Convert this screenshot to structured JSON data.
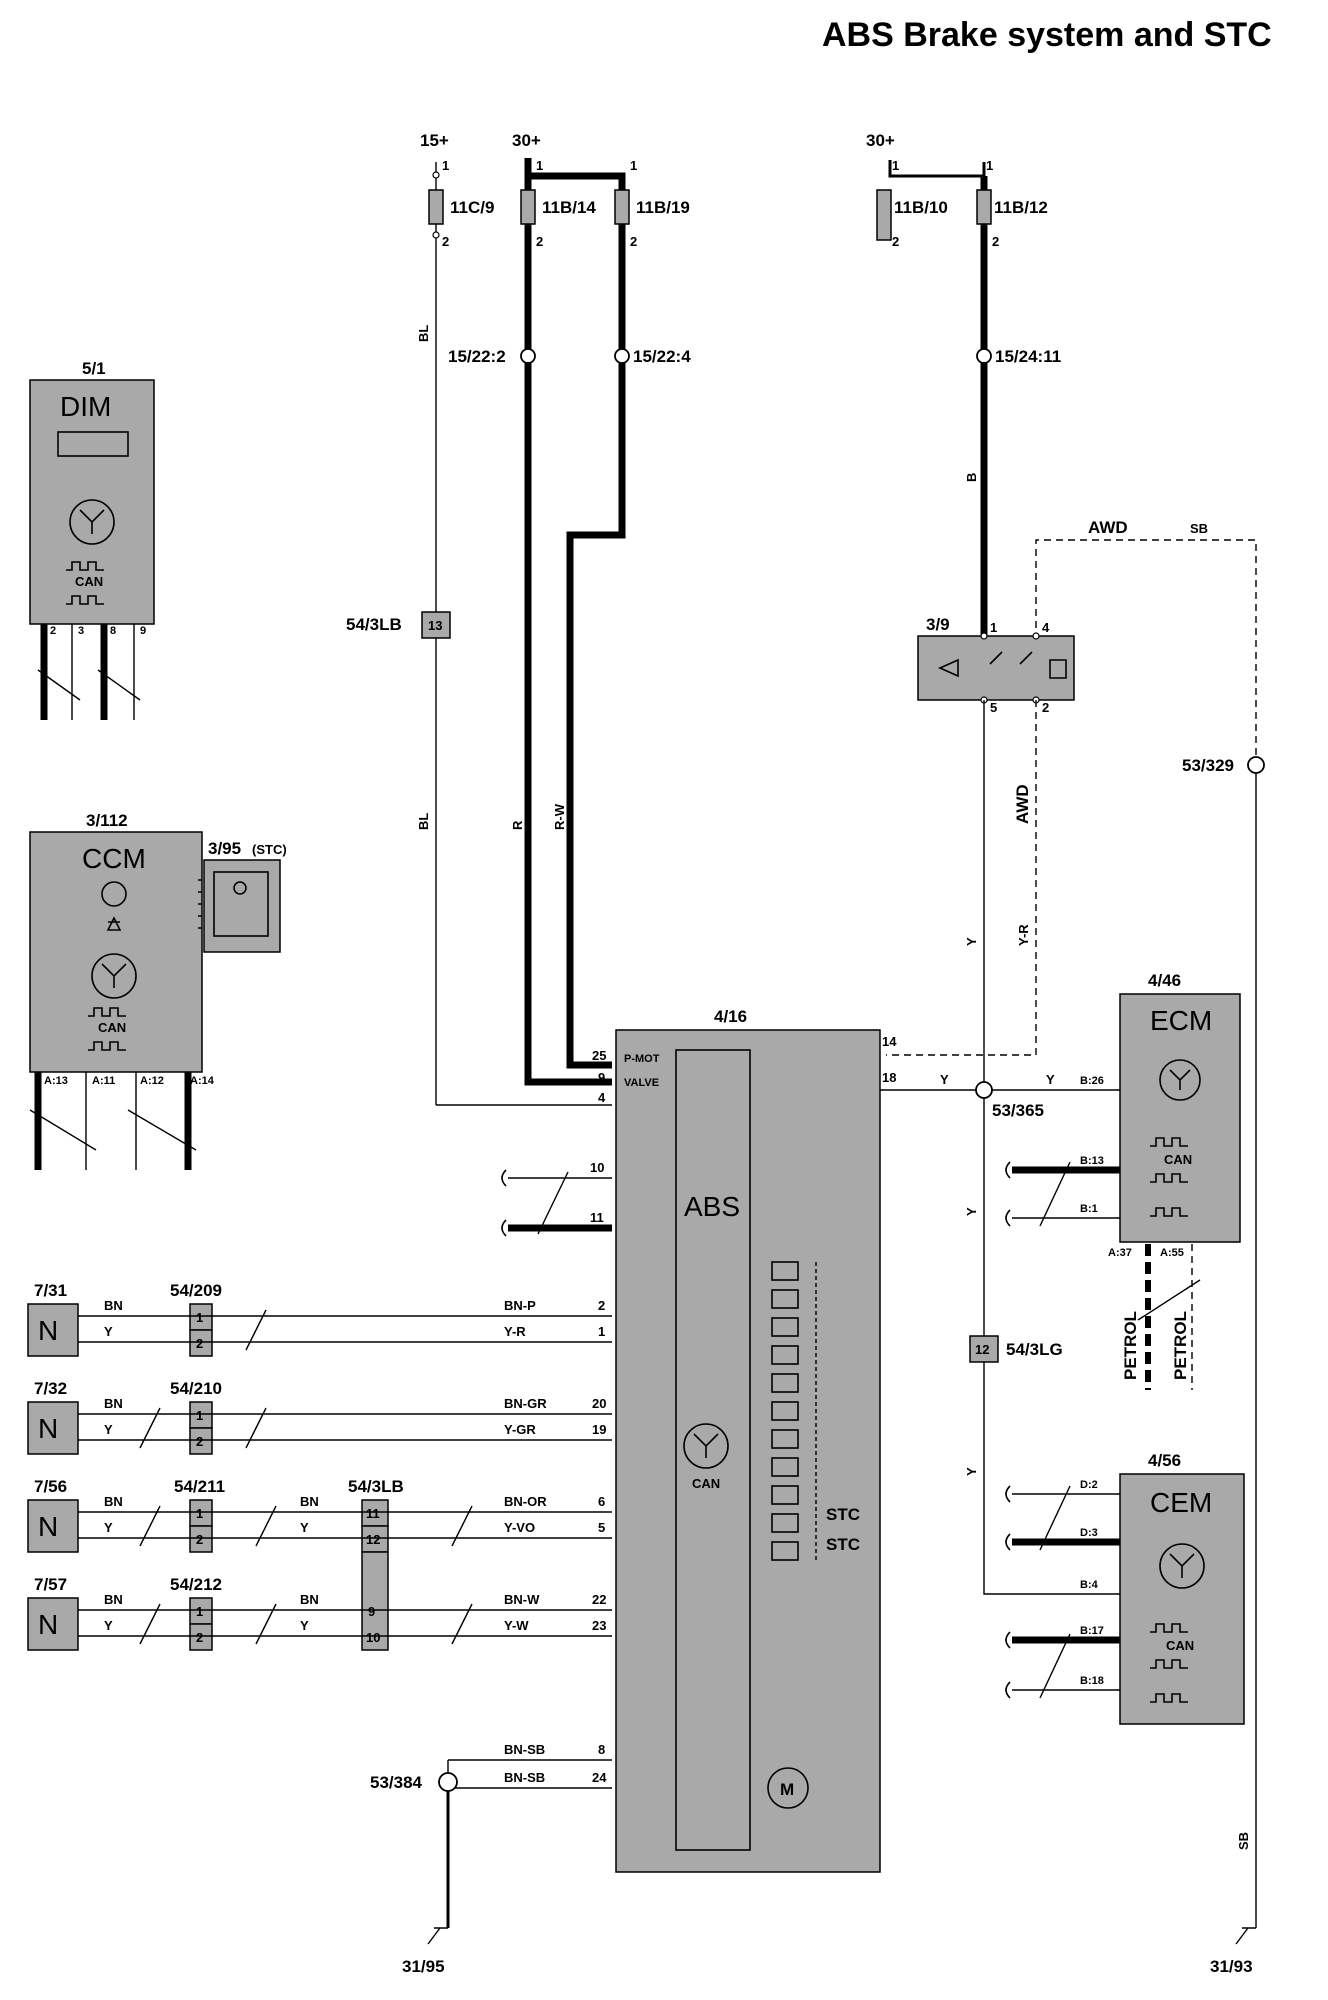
{
  "title": "ABS Brake system and STC",
  "power": {
    "p15": "15+",
    "p30a": "30+",
    "p30b": "30+"
  },
  "fuses": {
    "f11c9": "11C/9",
    "f11b14": "11B/14",
    "f11b19": "11B/19",
    "f11b10": "11B/10",
    "f11b12": "11B/12"
  },
  "pins": {
    "n1": "1",
    "n2": "2",
    "n3": "3",
    "n4": "4",
    "n5": "5",
    "n6": "6",
    "n8": "8",
    "n9": "9",
    "n10": "10",
    "n11": "11",
    "n12": "12",
    "n13": "13",
    "n14": "14",
    "n18": "18",
    "n19": "19",
    "n20": "20",
    "n22": "22",
    "n23": "23",
    "n24": "24",
    "n25": "25"
  },
  "splices": {
    "s15_22_2": "15/22:2",
    "s15_22_4": "15/22:4",
    "s15_24_11": "15/24:11"
  },
  "colors": {
    "bl": "BL",
    "r": "R",
    "rw": "R-W",
    "b": "B",
    "y": "Y",
    "yr": "Y-R",
    "sb": "SB",
    "bn": "BN",
    "bnp": "BN-P",
    "bngr": "BN-GR",
    "ygr": "Y-GR",
    "bnor": "BN-OR",
    "yvo": "Y-VO",
    "bnw": "BN-W",
    "yw": "Y-W",
    "bnsb": "BN-SB"
  },
  "labels": {
    "awd": "AWD",
    "petrol": "PETROL",
    "stc": "STC",
    "stc_paren": "(STC)",
    "pmot": "P-MOT",
    "valve": "VALVE",
    "can": "CAN"
  },
  "connectors": {
    "c54_3lb": "54/3LB",
    "c54_3lg": "54/3LG",
    "c54_209": "54/209",
    "c54_210": "54/210",
    "c54_211": "54/211",
    "c54_212": "54/212"
  },
  "grounds": {
    "g53_329": "53/329",
    "g53_365": "53/365",
    "g53_384": "53/384",
    "g31_95": "31/95",
    "g31_93": "31/93"
  },
  "components": {
    "dim": {
      "id": "5/1",
      "name": "DIM"
    },
    "ccm": {
      "id": "3/112",
      "name": "CCM"
    },
    "stc_switch": {
      "id": "3/95"
    },
    "relay": {
      "id": "3/9"
    },
    "abs": {
      "id": "4/16",
      "name": "ABS"
    },
    "ecm": {
      "id": "4/46",
      "name": "ECM"
    },
    "cem": {
      "id": "4/56",
      "name": "CEM"
    },
    "sensors": {
      "s731": "7/31",
      "s732": "7/32",
      "s756": "7/56",
      "s757": "7/57",
      "sensor_letter": "N"
    }
  },
  "pin_refs": {
    "dim": [
      "2",
      "3",
      "8",
      "9"
    ],
    "ccm": [
      "A:13",
      "A:11",
      "A:12",
      "A:14"
    ],
    "ecm": [
      "B:26",
      "B:13",
      "B:1",
      "A:37",
      "A:55"
    ],
    "cem": [
      "D:2",
      "D:3",
      "B:4",
      "B:17",
      "B:18"
    ]
  }
}
